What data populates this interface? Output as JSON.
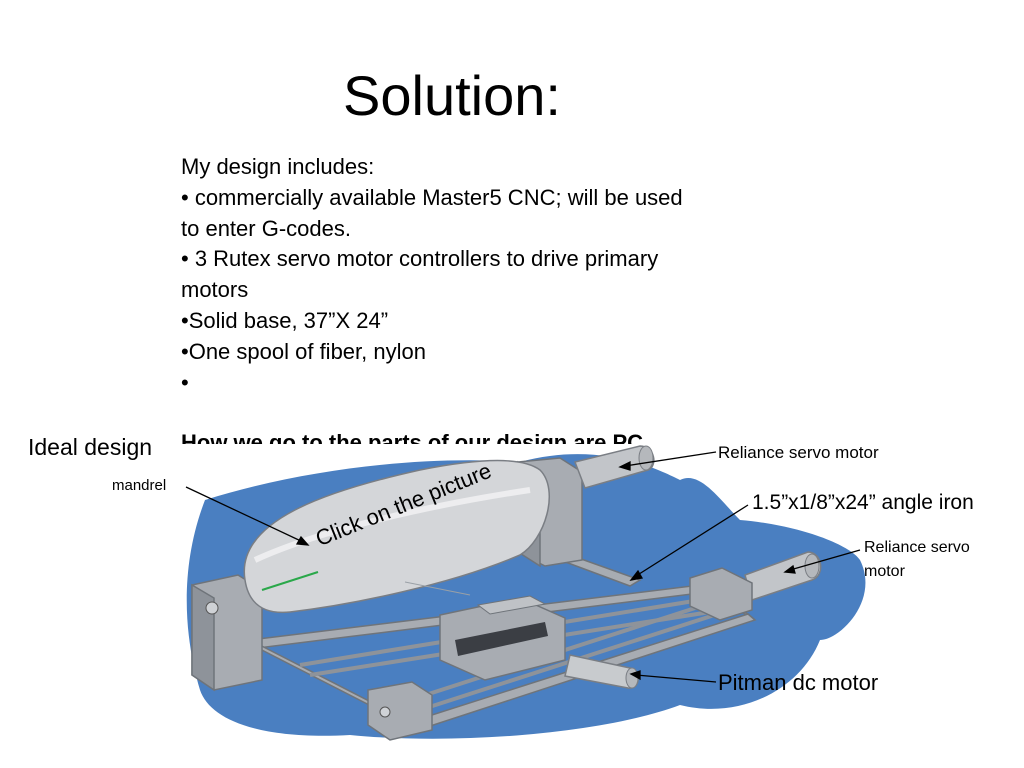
{
  "slide": {
    "title": "Solution:",
    "intro": "My design includes:",
    "bullets": [
      "• commercially available Master5 CNC; will be used",
      "to enter G-codes.",
      "• 3 Rutex servo motor controllers to drive primary",
      "motors",
      "•Solid base, 37”X 24”",
      "•One spool of fiber, nylon",
      "•"
    ],
    "cut_off_line": "How we go to the parts of our design are PC"
  },
  "diagram": {
    "label_ideal_design": "Ideal design",
    "label_mandrel": "mandrel",
    "label_reliance_top": "Reliance servo motor",
    "label_angle_iron": "1.5”x1/8”x24” angle iron",
    "label_reliance_right": "Reliance servo motor",
    "label_pitman": "Pitman dc motor",
    "click_hint": "Click on the picture",
    "colors": {
      "background_blob": "#4a7fc1",
      "metal": "#a8acb2",
      "metal_dark": "#6f747a",
      "mandrel": "#d4d6d9"
    }
  }
}
